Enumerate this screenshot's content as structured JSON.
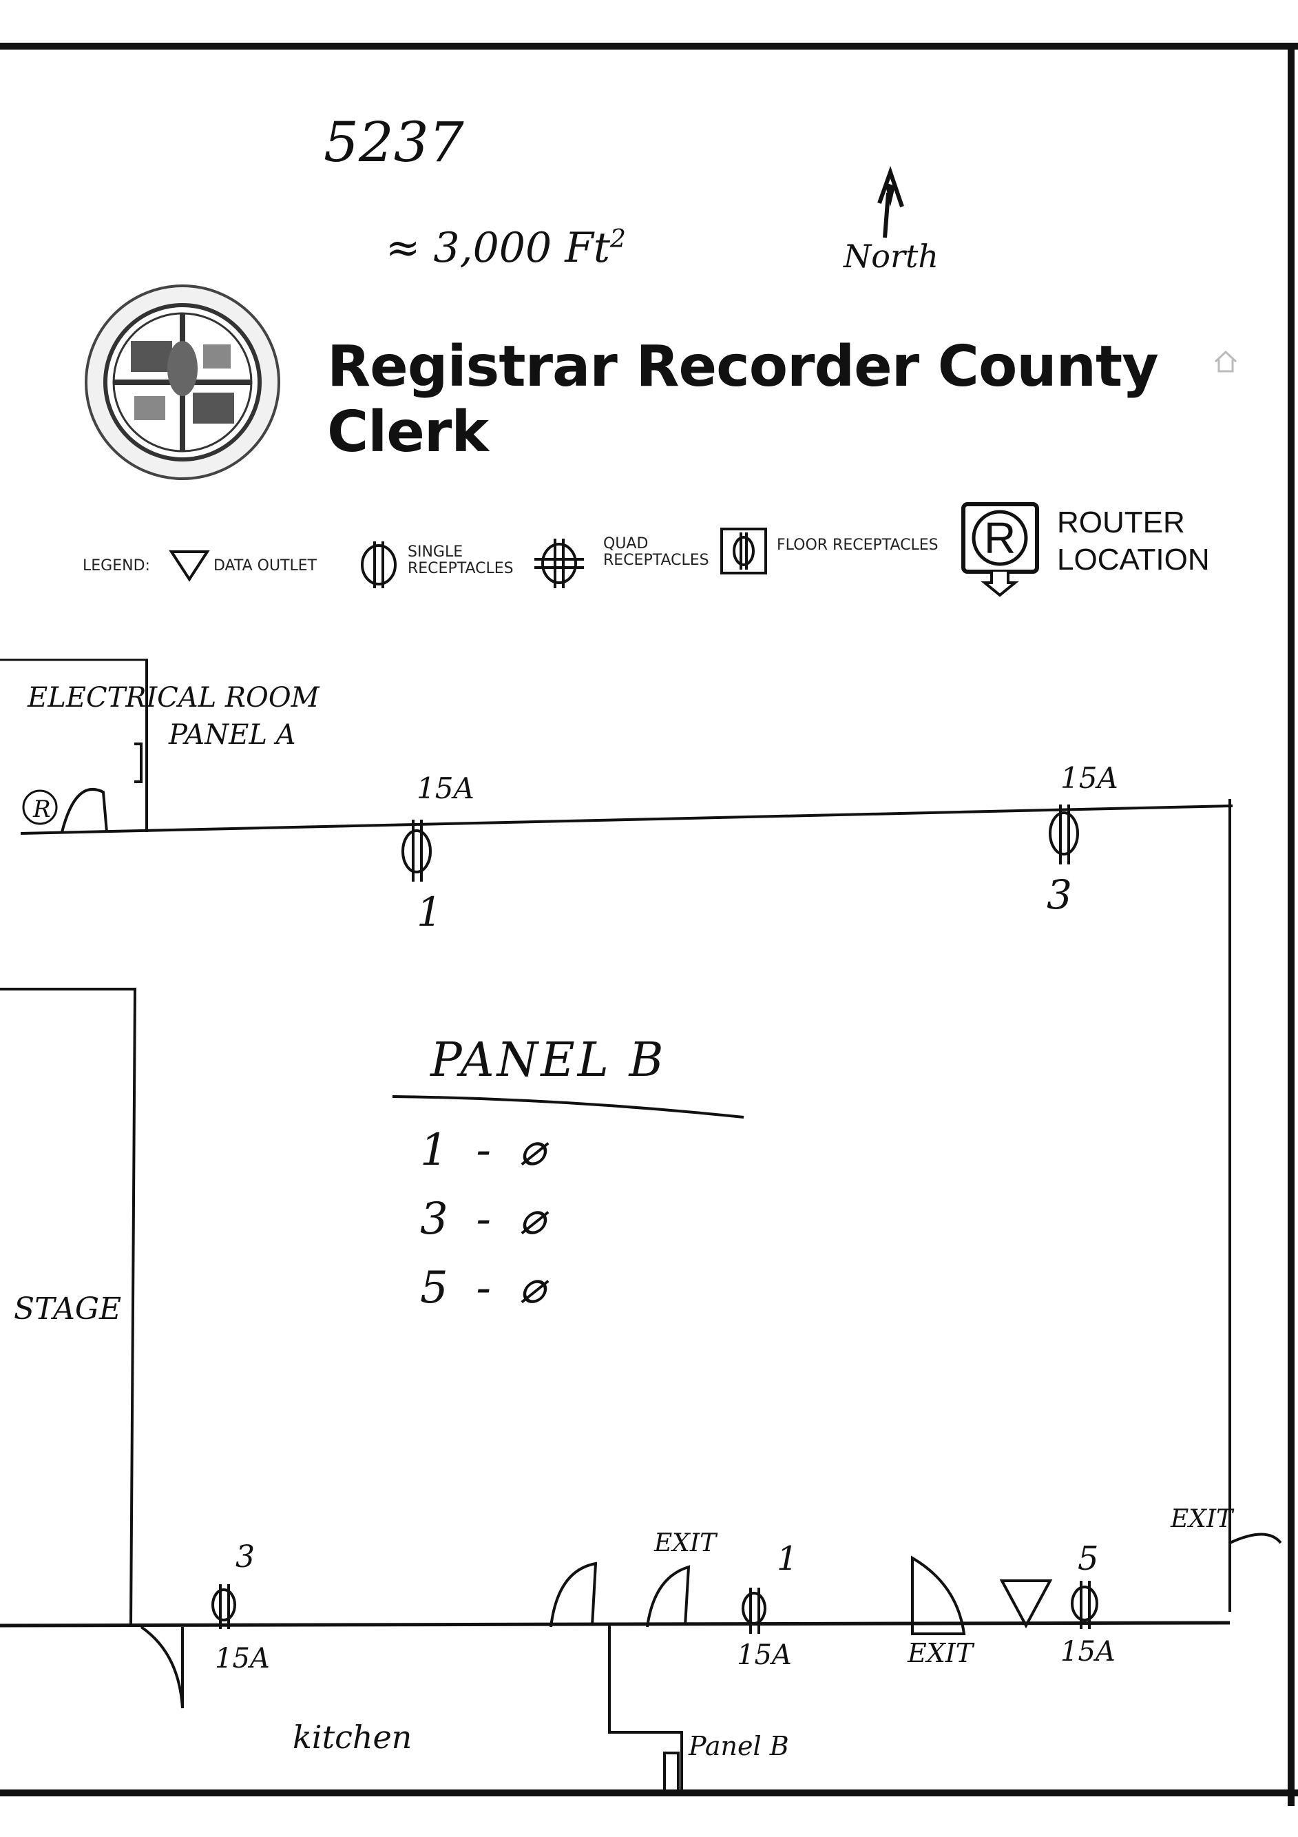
{
  "header": {
    "id_number": "5237",
    "area": "3,000 Ft",
    "area_superscript": "2",
    "north_label": "North",
    "title": "Registrar Recorder County Clerk"
  },
  "legend": {
    "label": "LEGEND:",
    "data_outlet": "DATA OUTLET",
    "single_receptacles": "SINGLE RECEPTACLES",
    "quad_receptacles": "QUAD RECEPTACLES",
    "floor_receptacles": "FLOOR RECEPTACLES",
    "router_symbol": "R",
    "router_location": "ROUTER LOCATION"
  },
  "rooms": {
    "electrical_room": "ELECTRICAL ROOM",
    "panel_a": "PANEL A",
    "stage": "STAGE",
    "kitchen": "kitchen",
    "panel_b_bottom": "Panel B"
  },
  "panel_table": {
    "title": "PANEL B",
    "rows": [
      {
        "circuit": "1",
        "sep": "-",
        "symbol": "⌀"
      },
      {
        "circuit": "3",
        "sep": "-",
        "symbol": "⌀"
      },
      {
        "circuit": "5",
        "sep": "-",
        "symbol": "⌀"
      }
    ]
  },
  "receptacles": {
    "top_left_amps": "15A",
    "top_left_circuit": "1",
    "top_right_amps": "15A",
    "top_right_circuit": "3",
    "bottom_1_circuit": "3",
    "bottom_1_amps": "15A",
    "bottom_2_circuit": "1",
    "bottom_2_amps": "15A",
    "bottom_3_circuit": "5",
    "bottom_3_amps": "15A"
  },
  "exits": {
    "exit_1": "EXIT",
    "exit_2": "EXIT",
    "exit_3": "EXIT"
  }
}
